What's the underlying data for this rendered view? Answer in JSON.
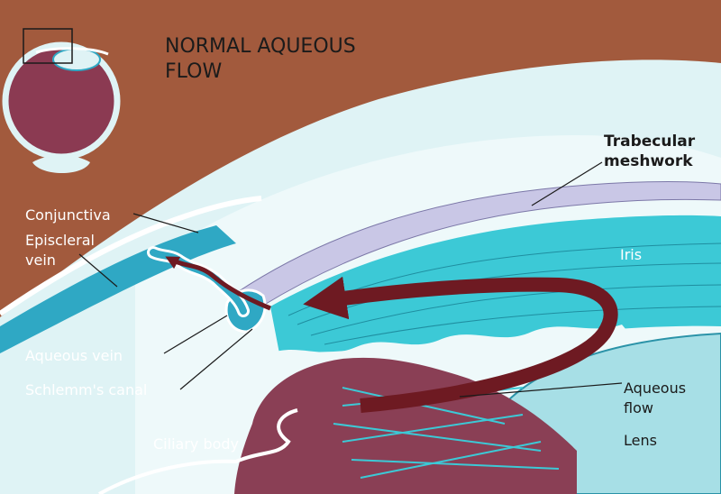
{
  "title_line1": "NORMAL AQUEOUS",
  "title_line2": "FLOW",
  "labels": {
    "trabecular_line1": "Trabecular",
    "trabecular_line2": "meshwork",
    "conjunctiva": "Conjunctiva",
    "episcleral_line1": "Episcleral",
    "episcleral_line2": "vein",
    "iris": "Iris",
    "aqueous_vein": "Aqueous vein",
    "schlemms_canal": "Schlemm's canal",
    "aqueous_flow_line1": "Aqueous",
    "aqueous_flow_line2": "flow",
    "lens": "Lens",
    "ciliary_body": "Ciliary body"
  },
  "colors": {
    "background": "#a25a3d",
    "cornea": "#dff3f5",
    "anterior_chamber": "#eef9fa",
    "iris": "#3cc9d6",
    "lens": "#a7dfe6",
    "sclera": "#c6e7ea",
    "arrow": "#6e1a22",
    "ciliary": "#8a3f55",
    "meshwork": "#c9c7e6"
  }
}
